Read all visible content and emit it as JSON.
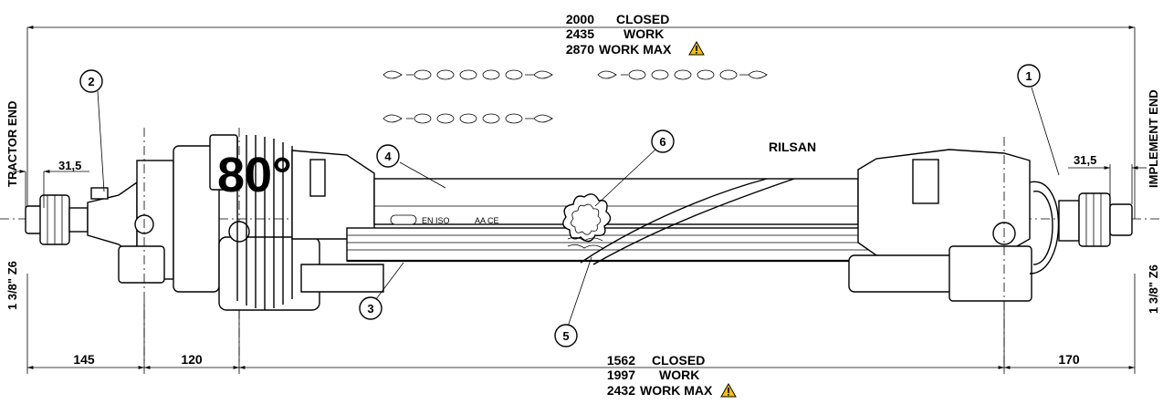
{
  "overall": {
    "lines": [
      {
        "value": "2000",
        "label": "CLOSED"
      },
      {
        "value": "2435",
        "label": "WORK"
      },
      {
        "value": "2870",
        "label": "WORK MAX",
        "warning": true
      }
    ]
  },
  "inner": {
    "lines": [
      {
        "value": "1562",
        "label": "CLOSED"
      },
      {
        "value": "1997",
        "label": "WORK"
      },
      {
        "value": "2432",
        "label": "WORK MAX",
        "warning": true
      }
    ]
  },
  "segments": {
    "left_a": "145",
    "left_b": "120",
    "right": "170",
    "left_offset": "31,5",
    "right_offset": "31,5"
  },
  "ends": {
    "tractor": "TRACTOR END",
    "implement": "IMPLEMENT END",
    "left_spline": "1 3/8\" Z6",
    "right_spline": "1 3/8\" Z6"
  },
  "callouts": [
    "1",
    "2",
    "3",
    "4",
    "5",
    "6"
  ],
  "angle_label": "80°",
  "material_label": "RILSAN",
  "tube_marking": "AA CE",
  "cover_marking": "EN ISO",
  "colors": {
    "line": "#000000",
    "warning": "#f2c200"
  },
  "icons": [
    "warning-icon",
    "safety-chain-icon"
  ]
}
